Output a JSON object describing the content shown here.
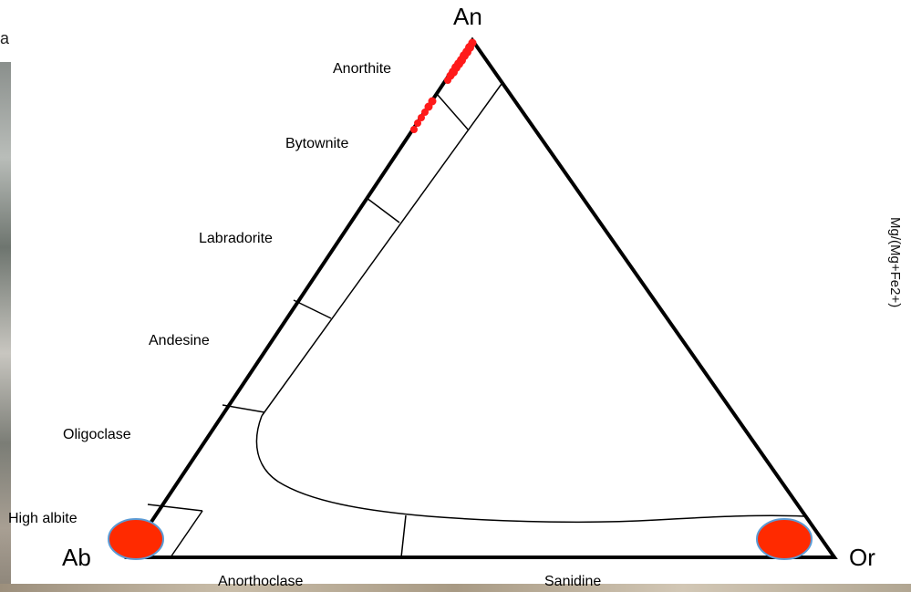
{
  "apices": {
    "top": "An",
    "left": "Ab",
    "right": "Or"
  },
  "fields": {
    "anorthite": "Anorthite",
    "bytownite": "Bytownite",
    "labradorite": "Labradorite",
    "andesine": "Andesine",
    "oligoclase": "Oligoclase",
    "high_albite": "High albite",
    "anorthoclase": "Anorthoclase",
    "sanidine": "Sanidine"
  },
  "fragments": {
    "left_letter": "a",
    "right_rotated": "Mg/(Mg+Fe2+)"
  },
  "colors": {
    "marker_fill": "#ff2a00",
    "marker_stroke": "#5b9bd5",
    "lines": "#000000"
  }
}
